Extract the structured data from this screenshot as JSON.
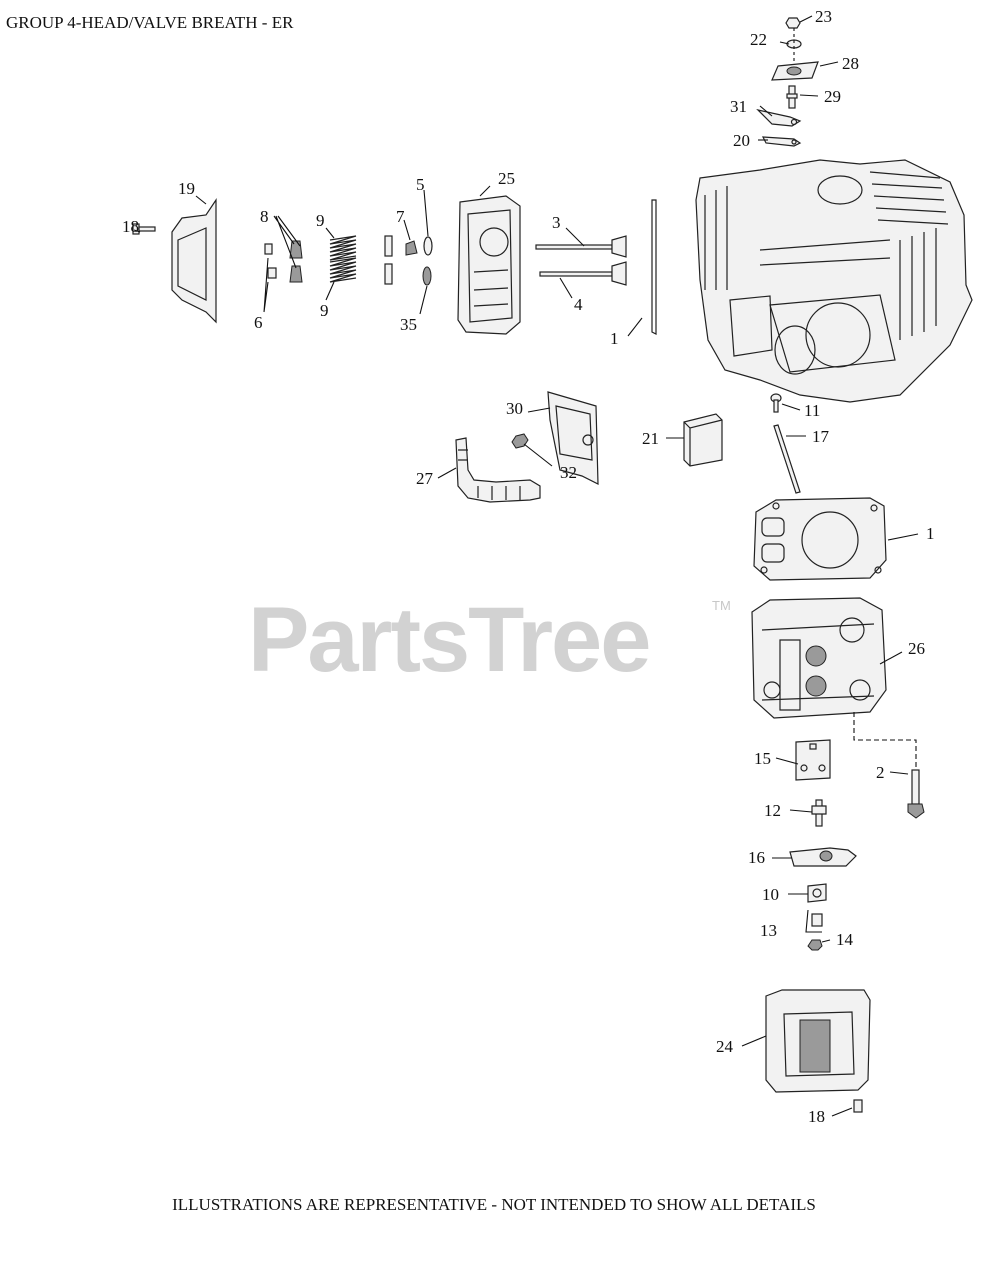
{
  "title": "GROUP 4-HEAD/VALVE BREATH - ER",
  "footer": "ILLUSTRATIONS ARE REPRESENTATIVE - NOT INTENDED TO SHOW ALL DETAILS",
  "watermark": "PartsTree",
  "watermark_tm": "TM",
  "callouts": {
    "c23": "23",
    "c22": "22",
    "c28": "28",
    "c29": "29",
    "c31": "31",
    "c20": "20",
    "c19": "19",
    "c18a": "18",
    "c8": "8",
    "c6": "6",
    "c9a": "9",
    "c9b": "9",
    "c7": "7",
    "c5": "5",
    "c35": "35",
    "c25": "25",
    "c3": "3",
    "c4": "4",
    "c1a": "1",
    "c11": "11",
    "c30": "30",
    "c21": "21",
    "c17": "17",
    "c27": "27",
    "c32": "32",
    "c1b": "1",
    "c26": "26",
    "c15": "15",
    "c2": "2",
    "c12": "12",
    "c16": "16",
    "c10": "10",
    "c13": "13",
    "c14": "14",
    "c24": "24",
    "c18b": "18"
  }
}
